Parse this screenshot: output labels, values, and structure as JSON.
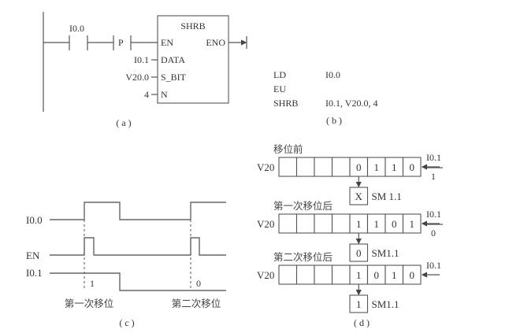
{
  "panel_a": {
    "caption": "( a )",
    "contact_label": "I0.0",
    "edge_label": "P",
    "block": {
      "title": "SHRB",
      "en": "EN",
      "eno": "ENO",
      "data": "DATA",
      "s_bit": "S_BIT",
      "n": "N"
    },
    "inputs": {
      "data": "I0.1",
      "s_bit": "V20.0",
      "n": "4"
    }
  },
  "panel_b": {
    "caption": "( b )",
    "rows": [
      {
        "op": "LD",
        "arg": "I0.0"
      },
      {
        "op": "EU",
        "arg": ""
      },
      {
        "op": "SHRB",
        "arg": "I0.1, V20.0, 4"
      }
    ]
  },
  "panel_c": {
    "caption": "( c )",
    "signals": [
      "I0.0",
      "EN",
      "I0.1"
    ],
    "i01_values": [
      "1",
      "0"
    ],
    "shift_labels": [
      "第一次移位",
      "第二次移位"
    ]
  },
  "panel_d": {
    "caption": "( d )",
    "register_label": "V20",
    "input_label": "I0.1",
    "states": [
      {
        "title": "移位前",
        "bits": [
          "",
          "",
          "",
          "",
          "0",
          "1",
          "1",
          "0"
        ],
        "input_value": "1",
        "sm_value": "X",
        "sm_label": "SM 1.1"
      },
      {
        "title": "第一次移位后",
        "bits": [
          "",
          "",
          "",
          "",
          "1",
          "1",
          "0",
          "1"
        ],
        "input_value": "0",
        "sm_value": "0",
        "sm_label": "SM1.1"
      },
      {
        "title": "第二次移位后",
        "bits": [
          "",
          "",
          "",
          "",
          "1",
          "0",
          "1",
          "0"
        ],
        "input_value": "",
        "sm_value": "1",
        "sm_label": "SM1.1"
      }
    ]
  }
}
